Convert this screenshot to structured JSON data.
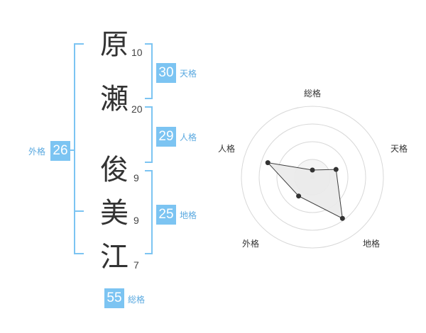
{
  "characters": [
    {
      "char": "原",
      "strokes": "10"
    },
    {
      "char": "瀬",
      "strokes": "20"
    },
    {
      "char": "俊",
      "strokes": "9"
    },
    {
      "char": "美",
      "strokes": "9"
    },
    {
      "char": "江",
      "strokes": "7"
    }
  ],
  "badges": {
    "tenkaku": {
      "value": "30",
      "label": "天格"
    },
    "jinkaku": {
      "value": "29",
      "label": "人格"
    },
    "chikaku": {
      "value": "25",
      "label": "地格"
    },
    "gaikaku": {
      "value": "26",
      "label": "外格"
    },
    "soukaku": {
      "value": "55",
      "label": "総格"
    }
  },
  "colors": {
    "accent": "#7cc4f2",
    "accent_text": "#5aa9e0"
  },
  "chart_data": {
    "type": "radar",
    "axes": [
      "総格",
      "天格",
      "地格",
      "外格",
      "人格"
    ],
    "rings": 4,
    "values": [
      0.1,
      0.35,
      0.72,
      0.33,
      0.66
    ]
  }
}
